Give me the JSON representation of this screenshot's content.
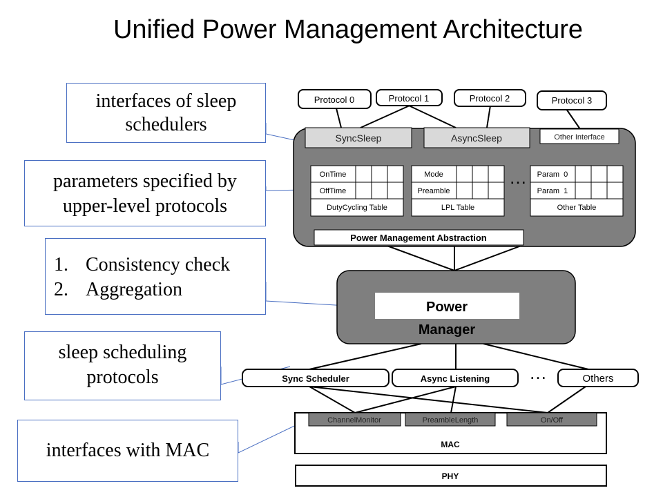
{
  "title": "Unified Power Management Architecture",
  "callouts": {
    "interfaces_sleep": [
      "interfaces of sleep",
      "schedulers"
    ],
    "parameters": [
      "parameters specified by",
      "upper-level protocols"
    ],
    "steps": [
      {
        "num": "1.",
        "text": "Consistency check"
      },
      {
        "num": "2.",
        "text": "Aggregation"
      }
    ],
    "sleep_protocols": [
      "sleep scheduling",
      "protocols"
    ],
    "interfaces_mac": "interfaces with MAC"
  },
  "protocols": [
    "Protocol 0",
    "Protocol 1",
    "Protocol 2",
    "Protocol 3"
  ],
  "interfaces": {
    "sync_sleep": "SyncSleep",
    "async_sleep": "AsyncSleep",
    "other_interface": "Other Interface"
  },
  "tables": {
    "duty": {
      "rows": [
        "OnTime",
        "OffTime"
      ],
      "label": "DutyCycling Table"
    },
    "lpl": {
      "rows": [
        "Mode",
        "Preamble"
      ],
      "label": "LPL Table"
    },
    "other": {
      "rows": [
        "Param  0",
        "Param  1"
      ],
      "label": "Other Table"
    }
  },
  "ellipsis": "…",
  "abstraction": "Power Management Abstraction",
  "power_manager": {
    "line1": "Power",
    "line2": "Manager"
  },
  "schedulers": {
    "sync": "Sync Scheduler",
    "async": "Async Listening",
    "others": "Others"
  },
  "mac_interfaces": [
    "ChannelMonitor",
    "PreambleLength",
    "On/Off"
  ],
  "mac": "MAC",
  "phy": "PHY"
}
